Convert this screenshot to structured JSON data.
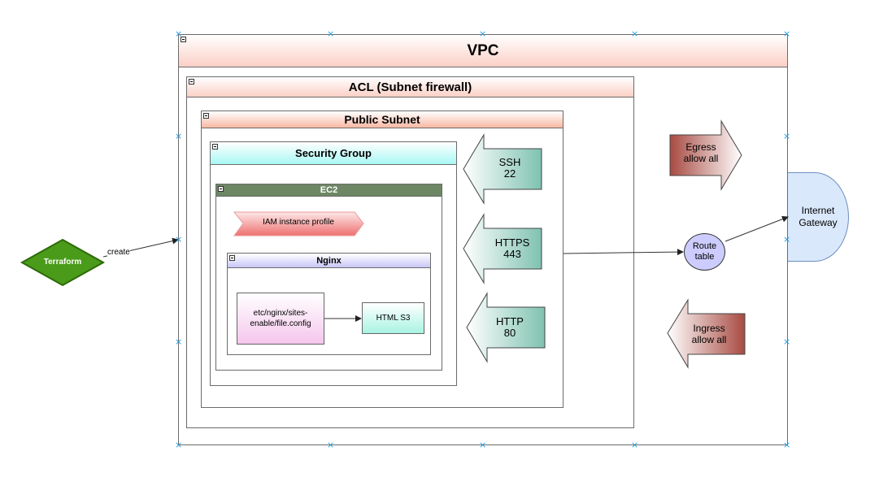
{
  "vpc": {
    "title": "VPC"
  },
  "acl": {
    "title": "ACL (Subnet firewall)"
  },
  "subnet": {
    "title": "Public Subnet"
  },
  "security_group": {
    "title": "Security Group"
  },
  "ec2": {
    "title": "EC2",
    "iam_label": "IAM instance profile"
  },
  "nginx": {
    "title": "Nginx",
    "config_line1": "etc/nginx/sites-",
    "config_line2": "enable/file.config",
    "html_label": "HTML S3"
  },
  "terraform": {
    "label": "Terraform",
    "edge_label": "create"
  },
  "ports": {
    "ssh": {
      "line1": "SSH",
      "line2": "22"
    },
    "https": {
      "line1": "HTTPS",
      "line2": "443"
    },
    "http": {
      "line1": "HTTP",
      "line2": "80"
    }
  },
  "egress": {
    "line1": "Egress",
    "line2": "allow all"
  },
  "ingress": {
    "line1": "Ingress",
    "line2": "allow all"
  },
  "route_table": {
    "line1": "Route",
    "line2": "table"
  },
  "gateway": {
    "line1": "Internet",
    "line2": "Gateway"
  },
  "colors": {
    "salmon": "#fde0d8",
    "cyan": "#b9fbf8",
    "ec2_green": "#6d8764",
    "nginx_purple": "#c8c6f7",
    "teal": "#9ed3c6",
    "maroon": "#b46860",
    "route_blue": "#ccccff",
    "gateway_blue": "#dae8fc",
    "terraform_green": "#4a9b1a"
  }
}
